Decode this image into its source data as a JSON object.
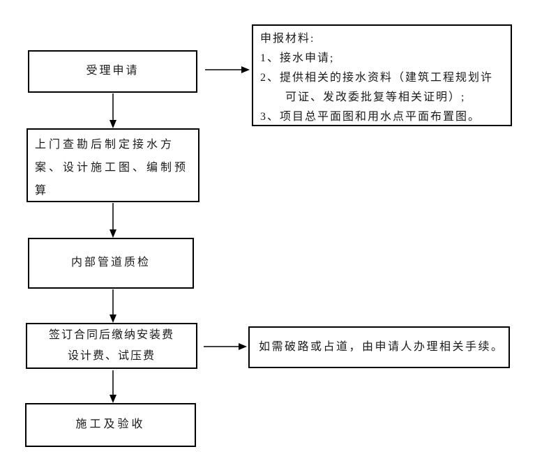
{
  "page": {
    "background": "#ffffff",
    "box_border_color": "#000000",
    "arrow_shaft_color": "#3f3f3f",
    "arrowhead_color": "#000000"
  },
  "nodes": {
    "accept": {
      "label": "受理申请"
    },
    "materials": {
      "label": "申报材料:\n1、接水申请;\n2、提供相关的接水资料（建筑工程规划许\n　　可证、发改委批复等相关证明）;\n3、项目总平面图和用水点平面布置图。"
    },
    "survey": {
      "label": "上门查勘后制定接水方\n案、设计施工图、编制预\n算"
    },
    "inspection": {
      "label": "内部管道质检"
    },
    "contract": {
      "label": "签订合同后缴纳安装费\n设计费、试压费"
    },
    "roadwork": {
      "label": "如需破路或占道，由申请人办理相关手续。"
    },
    "construction": {
      "label": "施工及验收"
    }
  },
  "edges": [
    {
      "from": "accept",
      "to": "materials",
      "direction": "right"
    },
    {
      "from": "accept",
      "to": "survey",
      "direction": "down"
    },
    {
      "from": "survey",
      "to": "inspection",
      "direction": "down"
    },
    {
      "from": "inspection",
      "to": "contract",
      "direction": "down"
    },
    {
      "from": "contract",
      "to": "roadwork",
      "direction": "right"
    },
    {
      "from": "contract",
      "to": "construction",
      "direction": "down"
    }
  ]
}
